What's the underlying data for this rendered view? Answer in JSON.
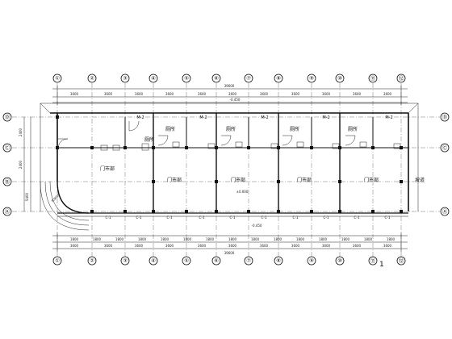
{
  "axes_top": [
    "①",
    "②",
    "③",
    "④",
    "⑤",
    "⑥",
    "⑦",
    "⑧",
    "⑨",
    "⑩",
    "⑪",
    "⑫"
  ],
  "axes_bottom": [
    "①",
    "②",
    "③",
    "④",
    "⑤",
    "⑥",
    "⑦",
    "⑧",
    "⑨",
    "⑩",
    "⑪",
    "⑫"
  ],
  "axes_left": [
    "Ⓓ",
    "Ⓒ",
    "Ⓑ",
    "Ⓐ"
  ],
  "axes_right": [
    "Ⓓ",
    "Ⓒ",
    "Ⓐ"
  ],
  "room_labels": {
    "shop_1": "门市部",
    "shop_2": "门市部",
    "shop_3": "门市部",
    "shop_4": "门市部",
    "shop_5": "门市部",
    "toilet_1": "厕所",
    "toilet_2": "厕所",
    "toilet_3": "厕所",
    "toilet_4": "厕所",
    "toilet_5": "厕所",
    "ramp": "坡道"
  },
  "door_labels": [
    "M-2",
    "M-2",
    "M-2",
    "M-2",
    "M-2"
  ],
  "elevations": {
    "top": "-0.450",
    "middle": "±0.000",
    "bottom": "-0.450"
  },
  "dims_top": [
    "3600",
    "3600",
    "3600",
    "3600",
    "3600",
    "3600",
    "3600",
    "3600",
    "3600",
    "3600",
    "3600"
  ],
  "dims_bottom_outer": [
    "3600",
    "3600",
    "3600",
    "3600",
    "3600",
    "3600",
    "3600",
    "3600",
    "3600",
    "3600",
    "3600"
  ],
  "dims_bottom_inner": [
    "1800",
    "1800",
    "1800",
    "1800",
    "1800",
    "1800",
    "1800",
    "1800",
    "1800",
    "1800",
    "1800",
    "1800",
    "1800",
    "1800",
    "1800"
  ],
  "window_labels": [
    "C-1",
    "C-1",
    "C-1",
    "C-1",
    "C-1",
    "C-1",
    "C-1",
    "C-1",
    "C-1",
    "C-1"
  ],
  "dims_left": [
    "2400",
    "2400",
    "5400"
  ],
  "overall_top": "39600",
  "overall_bottom": "39600",
  "radius_label": "R3600",
  "watermark": "1"
}
